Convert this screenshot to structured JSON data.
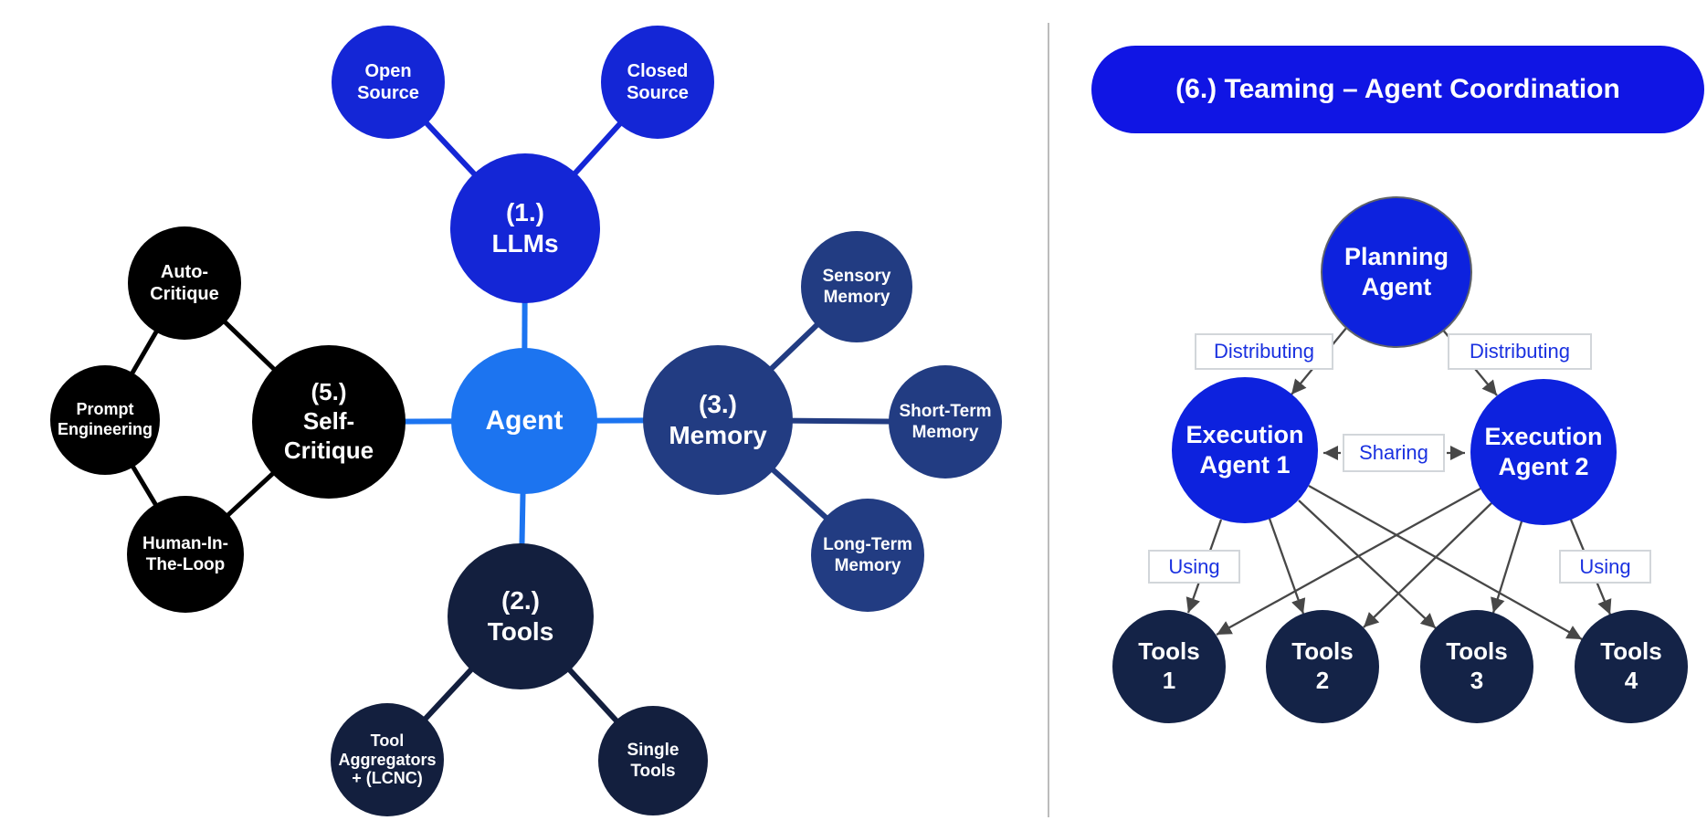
{
  "mindmap": {
    "agent": "Agent",
    "llms": "(1.)\nLLMs",
    "open_source": "Open\nSource",
    "closed_source": "Closed\nSource",
    "memory": "(3.)\nMemory",
    "sensory_memory": "Sensory\nMemory",
    "short_term_memory": "Short-Term\nMemory",
    "long_term_memory": "Long-Term\nMemory",
    "tools": "(2.)\nTools",
    "tool_aggregators": "Tool\nAggregators\n+ (LCNC)",
    "single_tools": "Single\nTools",
    "self_critique": "(5.)\nSelf-\nCritique",
    "auto_critique": "Auto-\nCritique",
    "prompt_engineering": "Prompt\nEngineering",
    "human_in_the_loop": "Human-In-\nThe-Loop"
  },
  "teaming": {
    "header": "(6.) Teaming – Agent Coordination",
    "planning_agent": "Planning\nAgent",
    "execution_agent_1": "Execution\nAgent 1",
    "execution_agent_2": "Execution\nAgent 2",
    "labels": {
      "distributing_left": "Distributing",
      "distributing_right": "Distributing",
      "sharing": "Sharing",
      "using_left": "Using",
      "using_right": "Using"
    },
    "tools": [
      "Tools\n1",
      "Tools\n2",
      "Tools\n3",
      "Tools\n4"
    ]
  },
  "colors": {
    "agent_bright_blue": "#1c74f0",
    "royal_blue": "#1426d6",
    "memory_navy": "#223c82",
    "tools_dark_navy": "#131f3e",
    "critique_black": "#000000",
    "right_agent_blue": "#0d22de",
    "header_blue": "#1015e4",
    "right_tools_navy": "#142347",
    "label_text_blue": "#1a31e0",
    "arrow_gray": "#474747",
    "divider_gray": "#bcbcbc"
  }
}
